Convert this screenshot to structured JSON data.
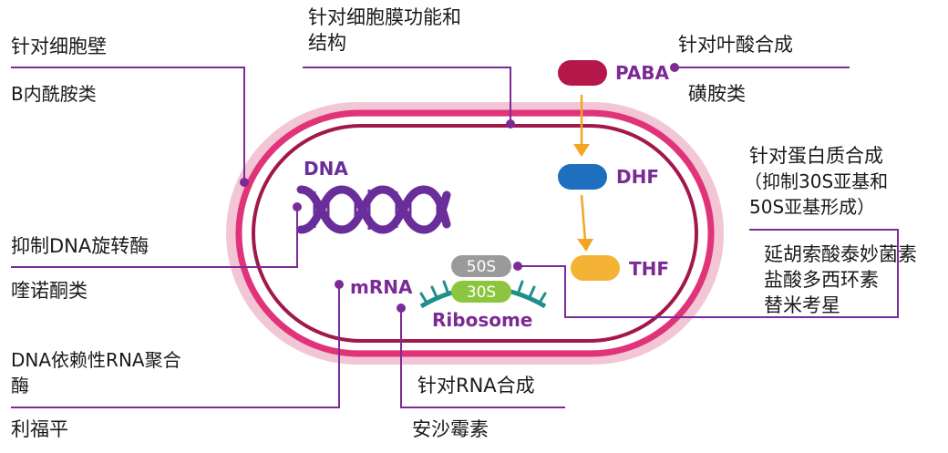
{
  "colors": {
    "membrane_outer": "#e0337a",
    "membrane_inner": "#a2184a",
    "membrane_pale": "#f3c6d6",
    "purple": "#7b2a96",
    "dna": "#6a2e9a",
    "paba_pill": "#b5174b",
    "dhf_pill": "#1f6fbf",
    "thf_pill": "#f5b335",
    "arrow": "#f2a623",
    "ribo_grey": "#9a9a9a",
    "ribo_green": "#8cc63f",
    "ribo_teal": "#1e8f8a",
    "text": "#1a1a1a"
  },
  "cell": {
    "dna_label": "DNA",
    "mrna_label": "mRNA",
    "ribosome_label": "Ribosome",
    "s50_label": "50S",
    "s30_label": "30S",
    "paba_label": "PABA",
    "dhf_label": "DHF",
    "thf_label": "THF"
  },
  "labels": {
    "cell_wall_target": "针对细胞壁",
    "cell_wall_drug": "B内酰胺类",
    "membrane_target_line1": "针对细胞膜功能和",
    "membrane_target_line2": "结构",
    "folate_target": "针对叶酸合成",
    "folate_drug": "磺胺类",
    "protein_target_line1": "针对蛋白质合成",
    "protein_target_line2": "（抑制30S亚基和",
    "protein_target_line3": "50S亚基形成）",
    "protein_drug_line1": "延胡索酸泰妙菌素",
    "protein_drug_line2": "盐酸多西环素",
    "protein_drug_line3": "替米考星",
    "gyrase_target": "抑制DNA旋转酶",
    "gyrase_drug": "喹诺酮类",
    "rnap_target_line1": "DNA依赖性RNA聚合",
    "rnap_target_line2": "酶",
    "rnap_drug": "利福平",
    "rna_synth_target": "针对RNA合成",
    "rna_synth_drug": "安沙霉素"
  }
}
